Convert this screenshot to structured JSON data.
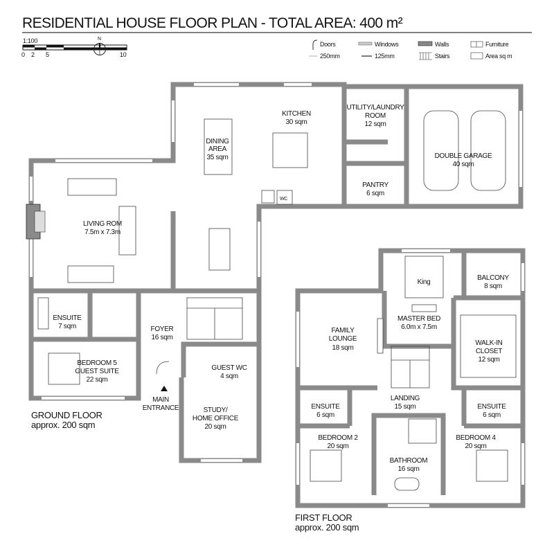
{
  "title": "RESIDENTIAL HOUSE FLOOR PLAN - TOTAL AREA: 400 m²",
  "scale": {
    "ratio": "1:100",
    "ticks": [
      "0",
      "2",
      "5",
      "10"
    ]
  },
  "north": "N",
  "legend": {
    "doors": "Doors",
    "windows": "Windows",
    "walls": "Walls",
    "furniture": "Furniture",
    "thick": "250mm",
    "thin": "125mm",
    "stairs": "Stairs",
    "area": "Area sq m"
  },
  "ground_floor": {
    "label": "GROUND FLOOR",
    "area": "approx. 200 sqm",
    "rooms": {
      "living": [
        "LIVING ROM",
        "7.5m x 7.3m"
      ],
      "dining": [
        "DINING",
        "AREA",
        "35 sqm"
      ],
      "kitchen": [
        "KITCHEN",
        "30 sqm"
      ],
      "utility": [
        "UTILITY/LAUNDRY",
        "ROOM",
        "12 sqm"
      ],
      "pantry": [
        "PANTRY",
        "6 sqm"
      ],
      "garage": [
        "DOUBLE GARAGE",
        "40 sqm"
      ],
      "wc_small": "WC",
      "ensuite": [
        "ENSUITE",
        "7 sqm"
      ],
      "bedroom5": [
        "BEDROOM 5",
        "GUEST SUITE",
        "22 sqm"
      ],
      "foyer": [
        "FOYER",
        "16 sqm"
      ],
      "guest_wc": [
        "GUEST WC",
        "4 sqm"
      ],
      "entrance": [
        "MAIN",
        "ENTRANCE"
      ],
      "study": [
        "STUDY/",
        "HOME OFFICE",
        "20 sqm"
      ]
    }
  },
  "first_floor": {
    "label": "FIRST FLOOR",
    "area": "approx. 200 sqm",
    "rooms": {
      "master": [
        "MASTER BED",
        "6.0m x 7.5m"
      ],
      "king": "King",
      "balcony": [
        "BALCONY",
        "8 sqm"
      ],
      "closet": [
        "WALK-IN",
        "CLOSET",
        "12 sqm"
      ],
      "lounge": [
        "FAMILY",
        "LOUNGE",
        "18 sqm"
      ],
      "landing": [
        "LANDING",
        "15 sqm"
      ],
      "ensuite_l": [
        "ENSUITE",
        "6 sqm"
      ],
      "ensuite_r": [
        "ENSUITE",
        "6 sqm"
      ],
      "bedroom2": [
        "BEDROOM 2",
        "20 sqm"
      ],
      "bathroom": [
        "BATHROOM",
        "16 sqm"
      ],
      "bedroom4": [
        "BEDROOM 4",
        "20 sqm"
      ]
    }
  }
}
